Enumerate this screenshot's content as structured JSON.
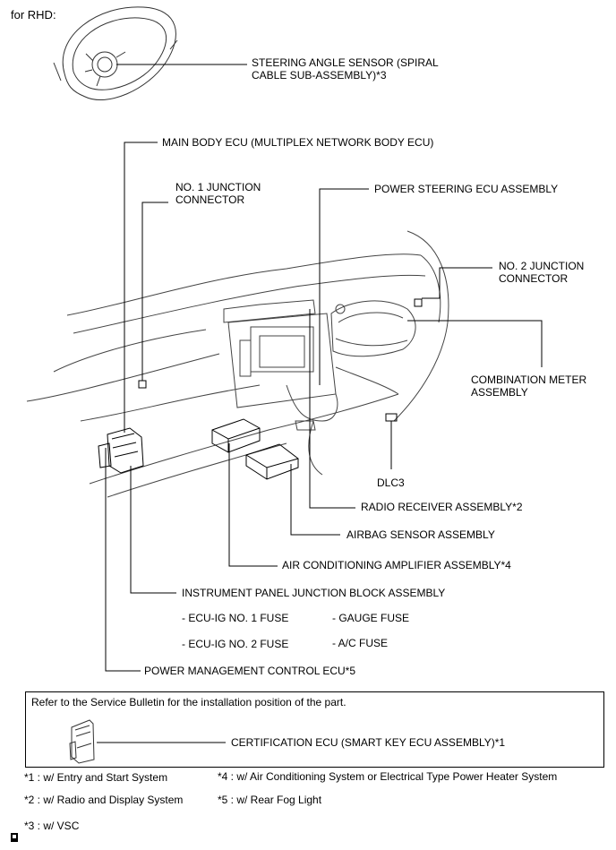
{
  "header": {
    "for_rhd": "for RHD:"
  },
  "labels": {
    "steering_angle_sensor": [
      "STEERING ANGLE SENSOR (SPIRAL",
      "CABLE SUB-ASSEMBLY)*3"
    ],
    "main_body_ecu": "MAIN BODY ECU (MULTIPLEX NETWORK BODY ECU)",
    "no1_junction": [
      "NO. 1 JUNCTION",
      "CONNECTOR"
    ],
    "power_steering_ecu": "POWER STEERING ECU ASSEMBLY",
    "no2_junction": [
      "NO. 2 JUNCTION",
      "CONNECTOR"
    ],
    "combination_meter": [
      "COMBINATION METER",
      "ASSEMBLY"
    ],
    "dlc3": "DLC3",
    "radio_receiver": "RADIO RECEIVER ASSEMBLY*2",
    "airbag_sensor": "AIRBAG SENSOR ASSEMBLY",
    "air_conditioning_amp": "AIR CONDITIONING AMPLIFIER ASSEMBLY*4",
    "instrument_panel_jb": "INSTRUMENT PANEL JUNCTION BLOCK ASSEMBLY",
    "fuses": {
      "ecu_ig_no1": "- ECU-IG NO. 1 FUSE",
      "gauge": "- GAUGE FUSE",
      "ecu_ig_no2": "- ECU-IG NO. 2 FUSE",
      "ac": "- A/C FUSE"
    },
    "power_management_ecu": "POWER MANAGEMENT CONTROL ECU*5"
  },
  "note_box": {
    "text": "Refer to the Service Bulletin for the installation position of the part.",
    "certification_ecu": "CERTIFICATION ECU (SMART KEY ECU ASSEMBLY)*1"
  },
  "footnotes": {
    "f1": "*1 : w/ Entry and Start System",
    "f4": "*4 : w/ Air Conditioning System or Electrical Type Power Heater System",
    "f2": "*2 : w/ Radio and Display System",
    "f5": "*5 : w/ Rear Fog Light",
    "f3": "*3 : w/ VSC"
  }
}
